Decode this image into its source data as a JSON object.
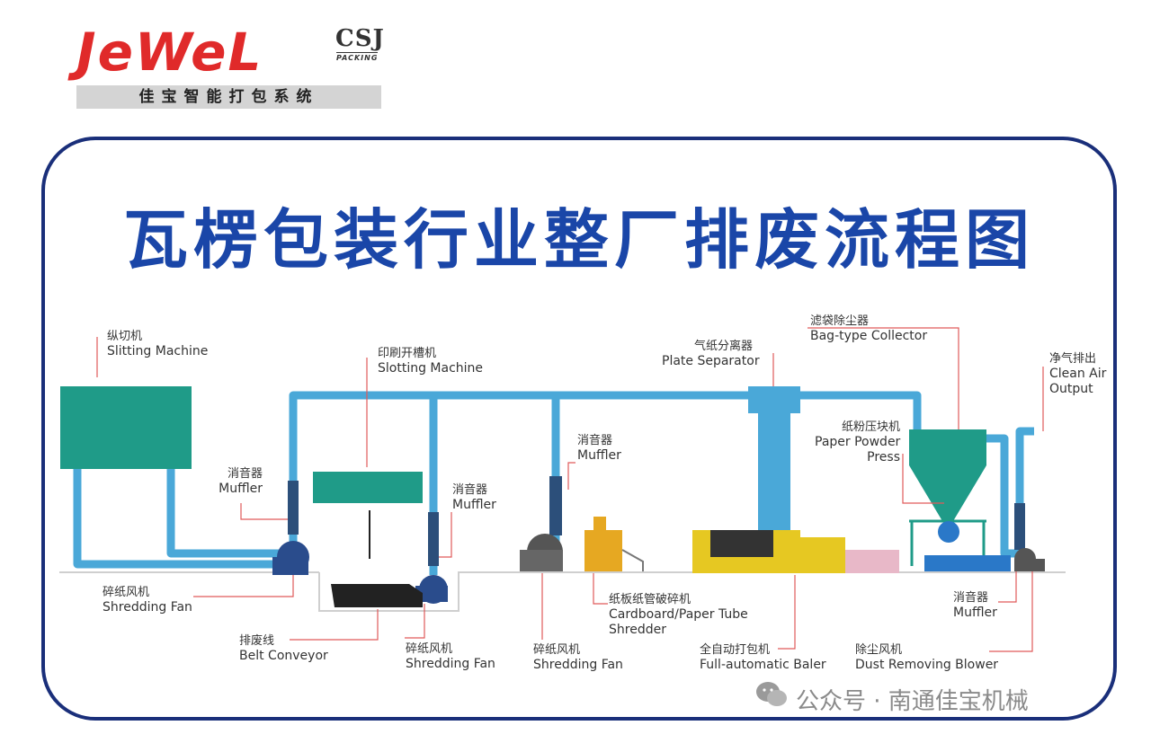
{
  "brand": {
    "logo_word": "JeWeL",
    "logo_csj": "CSJ",
    "logo_packing": "PACKING",
    "tagline": "佳宝智能打包系统"
  },
  "title": "瓦楞包装行业整厂排废流程图",
  "labels": {
    "slitting": {
      "cn": "纵切机",
      "en": "Slitting Machine"
    },
    "slotting": {
      "cn": "印刷开槽机",
      "en": "Slotting Machine"
    },
    "plate_separator": {
      "cn": "气纸分离器",
      "en": "Plate Separator"
    },
    "bag_collector": {
      "cn": "滤袋除尘器",
      "en": "Bag-type Collector"
    },
    "clean_air": {
      "cn": "净气排出",
      "en1": "Clean Air",
      "en2": "Output"
    },
    "muffler1": {
      "cn": "消音器",
      "en": "Muffler"
    },
    "muffler2": {
      "cn": "消音器",
      "en": "Muffler"
    },
    "muffler3": {
      "cn": "消音器",
      "en": "Muffler"
    },
    "muffler4": {
      "cn": "消音器",
      "en": "Muffler"
    },
    "paper_press": {
      "cn": "纸粉压块机",
      "en1": "Paper Powder",
      "en2": "Press"
    },
    "fan1": {
      "cn": "碎纸风机",
      "en": "Shredding Fan"
    },
    "belt": {
      "cn": "排废线",
      "en": "Belt Conveyor"
    },
    "fan2": {
      "cn": "碎纸风机",
      "en": "Shredding Fan"
    },
    "fan3": {
      "cn": "碎纸风机",
      "en": "Shredding Fan"
    },
    "shredder": {
      "cn": "纸板纸管破碎机",
      "en1": "Cardboard/Paper Tube",
      "en2": "Shredder"
    },
    "baler": {
      "cn": "全自动打包机",
      "en": "Full-automatic Baler"
    },
    "blower": {
      "cn": "除尘风机",
      "en": "Dust Removing Blower"
    }
  },
  "watermark": "公众号 · 南通佳宝机械",
  "colors": {
    "pipe": "#4aa8d8",
    "machine_teal": "#1f9b88",
    "title_blue": "#1a46a8",
    "frame_navy": "#1a2f7a",
    "brand_red": "#e02a2a",
    "leader_red": "#e05a5a"
  }
}
